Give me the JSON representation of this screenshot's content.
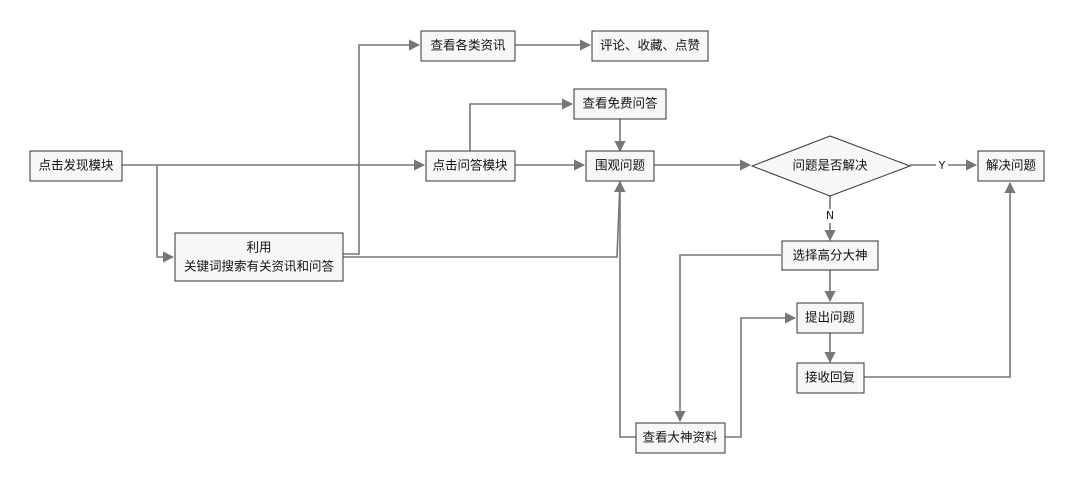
{
  "nodes": {
    "start": "点击发现模块",
    "news": "查看各类资讯",
    "comment": "评论、收藏、点赞",
    "free_qa": "查看免费问答",
    "qa_module": "点击问答模块",
    "watch": "围观问题",
    "decision": "问题是否解决",
    "solved": "解决问题",
    "search_line1": "利用",
    "search_line2": "关键词搜索有关资讯和问答",
    "choose_expert": "选择高分大神",
    "ask": "提出问题",
    "receive": "接收回复",
    "expert_profile": "查看大神资料"
  },
  "edge_labels": {
    "yes": "Y",
    "no": "N"
  },
  "colors": {
    "node_fill": "#f7f7f7",
    "node_stroke": "#333333",
    "edge": "#777777"
  }
}
